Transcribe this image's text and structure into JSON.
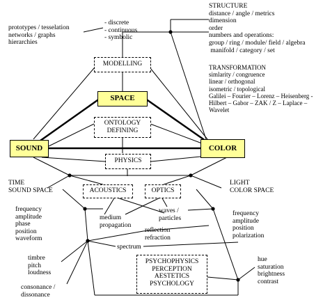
{
  "boxes": {
    "space": "SPACE",
    "sound": "SOUND",
    "color": "COLOR",
    "modelling": "MODELLING",
    "ontology": "ONTOLOGY\nDEFINING",
    "physics": "PHYSICS",
    "acoustics": "ACOUSTICS",
    "optics": "OPTICS",
    "psychophysics": "PSYCHOPHYSICS\nPERCEPTION\nAESTETICS\nPSYCHOLOGY"
  },
  "labels": {
    "prototypes": "prototypes / tesselation\nnetworks / graphs\nhierarchies",
    "modes": "- discrete\n- continuous\n- symbolic",
    "structure": "STRUCTURE\ndistance / angle / metrics\ndimension\norder\nnumbers and operations:\ngroup / ring / module/ field / algebra\n manifold / category / set",
    "transformation": "TRANSFORMATION\nsimlarity / congruence\nlinear / orthogonal\nisometric / topological\nGalilei – Fourier – Lorenz – Heisenberg -\nHilbert – Gabor – ZAK / Z – Laplace –\nWavelet",
    "time_sound_space": "TIME\nSOUND SPACE",
    "light_color_space": "LIGHT\nCOLOR SPACE",
    "sound_props": "frequency\namplitude\nphase\nposition\nwaveform",
    "color_props": "frequency\namplitude\nposition\npolarization",
    "medium": "medium\npropagation",
    "waves": "waves /\nparticles",
    "reflection": "reflection\nrefraction",
    "spectrum": "spectrum",
    "timbre": "timbre\npitch\nloudness",
    "consonance": "consonance /\ndissonance",
    "hue": "hue\nsaturation\nbrightness\ncontrast"
  }
}
